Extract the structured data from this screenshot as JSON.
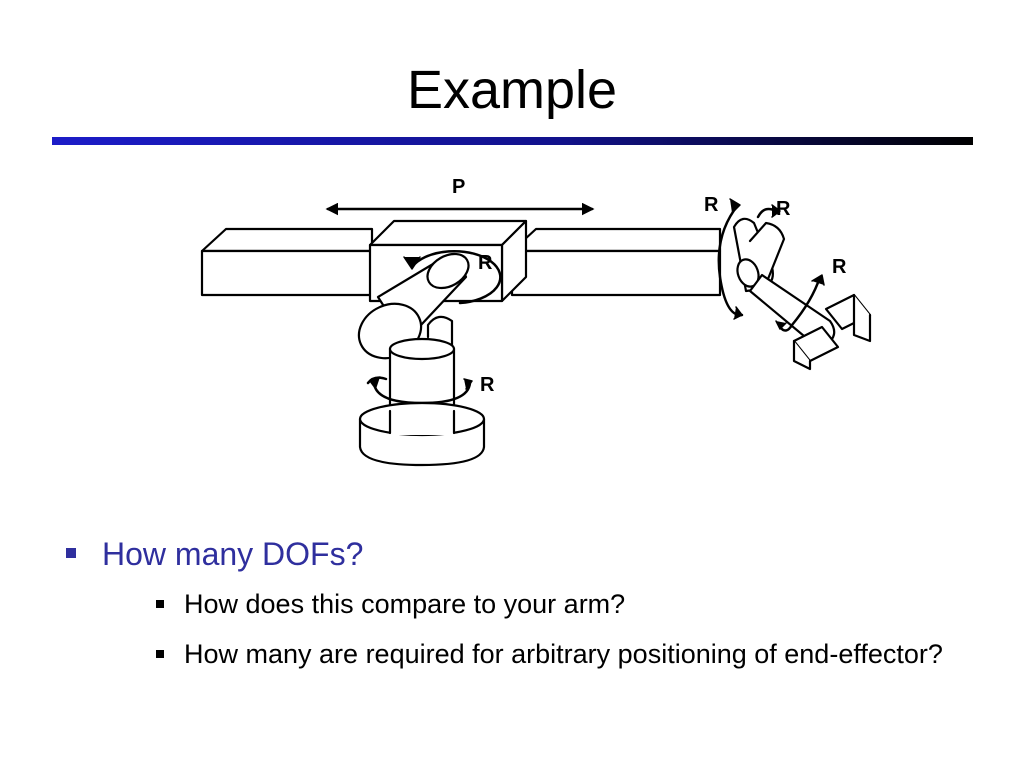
{
  "slide": {
    "title": "Example",
    "colors": {
      "accent": "#2f2f9e",
      "rule_start": "#1c1cc8",
      "rule_end": "#000000"
    }
  },
  "diagram": {
    "labels": {
      "prismatic": "P",
      "shoulder": "R",
      "base": "R",
      "wrist_1": "R",
      "wrist_2": "R",
      "wrist_3": "R"
    }
  },
  "bullets": [
    {
      "text": "How many DOFs?",
      "children": [
        {
          "text": "How does this compare to your arm?"
        },
        {
          "text": "How many are required for arbitrary positioning of end-effector?"
        }
      ]
    }
  ]
}
